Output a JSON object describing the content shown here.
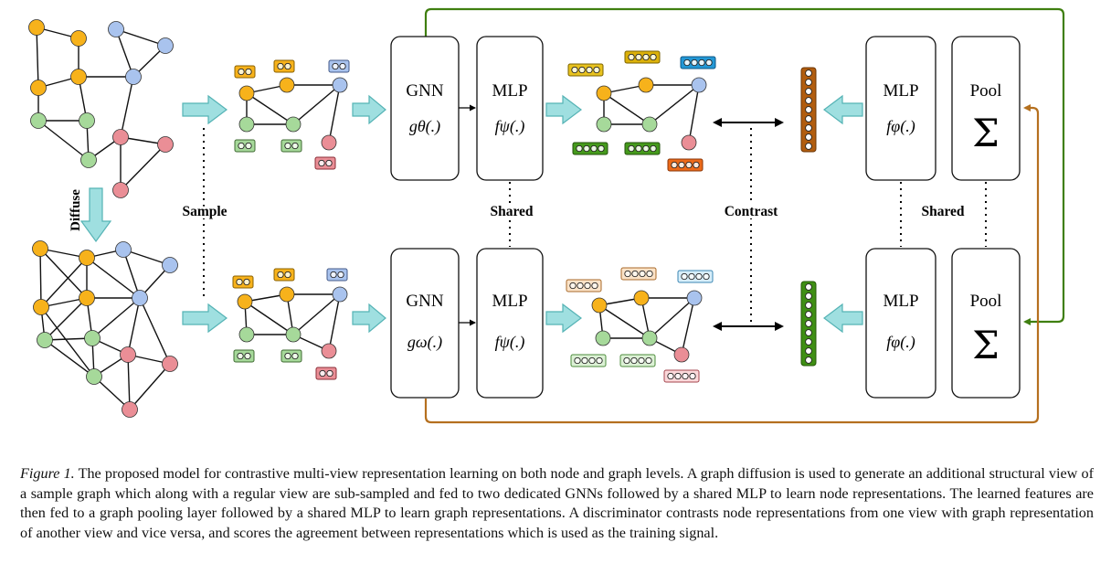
{
  "labels": {
    "diffuse": "Diffuse",
    "sample": "Sample",
    "shared_left": "Shared",
    "contrast": "Contrast",
    "shared_right": "Shared"
  },
  "boxes": {
    "gnn_top": {
      "title": "GNN",
      "fn": "gθ(.)"
    },
    "mlp_top": {
      "title": "MLP",
      "fn": "fψ(.)"
    },
    "gnn_bottom": {
      "title": "GNN",
      "fn": "gω(.)"
    },
    "mlp_bottom": {
      "title": "MLP",
      "fn": "fψ(.)"
    },
    "mlp_g_top": {
      "title": "MLP",
      "fn": "fφ(.)"
    },
    "pool_top": {
      "title": "Pool",
      "symbol": "Σ"
    },
    "mlp_g_bottom": {
      "title": "MLP",
      "fn": "fφ(.)"
    },
    "pool_bottom": {
      "title": "Pool",
      "symbol": "Σ"
    }
  },
  "colors": {
    "orange": "#f7b21b",
    "blue": "#a9c3ee",
    "green": "#a6d99a",
    "red": "#ea8e96",
    "arrow_cyan": "#9fdfe0",
    "arrow_cyan_stroke": "#55b3b5",
    "green_loop": "#3f7f10",
    "brown_loop": "#b5701f",
    "graph_vec_brown": "#b15d0f",
    "graph_vec_green": "#3f8f14",
    "emb_yellow": "#e8c21e",
    "emb_yellow_dark": "#dcb10a",
    "emb_blue": "#2398d6",
    "emb_green": "#459a1c",
    "emb_orange": "#ec6a1a"
  },
  "caption": {
    "figure_label": "Figure 1.",
    "text": " The proposed model for contrastive multi-view representation learning on both node and graph levels. A graph diffusion is used to generate an additional structural view of a sample graph which along with a regular view are sub-sampled and fed to two dedicated GNNs followed by a shared MLP to learn node representations. The learned features are then fed to a graph pooling layer followed by a shared MLP to learn graph representations. A discriminator contrasts node representations from one view with graph representation of another view and vice versa, and scores the agreement between representations which is used as the training signal."
  }
}
